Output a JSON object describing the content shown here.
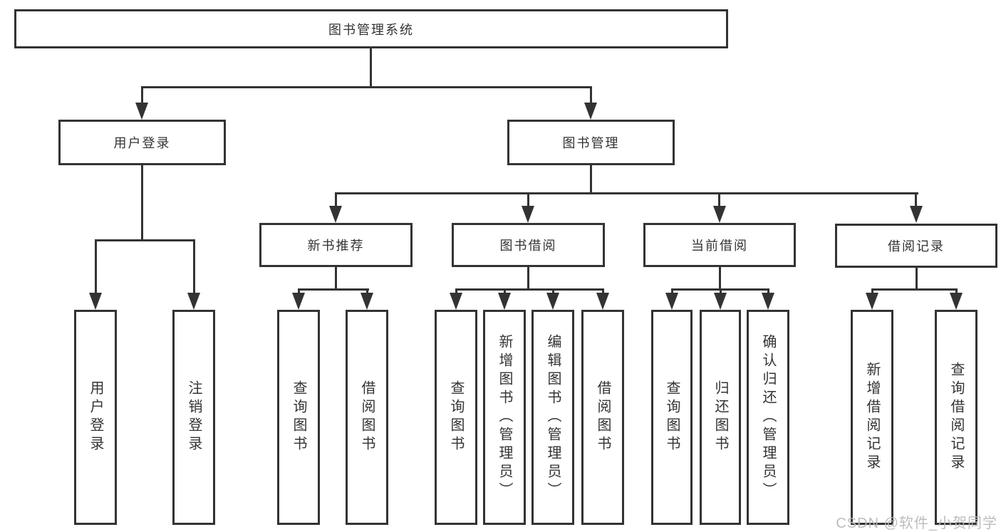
{
  "diagram": {
    "type": "tree",
    "root": {
      "label": "图书管理系统",
      "children": [
        {
          "label": "用户登录",
          "children": [
            {
              "label": "用户登录"
            },
            {
              "label": "注销登录"
            }
          ]
        },
        {
          "label": "图书管理",
          "children": [
            {
              "label": "新书推荐",
              "children": [
                {
                  "label": "查询图书"
                },
                {
                  "label": "借阅图书"
                }
              ]
            },
            {
              "label": "图书借阅",
              "children": [
                {
                  "label": "查询图书"
                },
                {
                  "label": "新增图书（管理员）"
                },
                {
                  "label": "编辑图书（管理员）"
                },
                {
                  "label": "借阅图书"
                }
              ]
            },
            {
              "label": "当前借阅",
              "children": [
                {
                  "label": "查询图书"
                },
                {
                  "label": "归还图书"
                },
                {
                  "label": "确认归还（管理员）"
                }
              ]
            },
            {
              "label": "借阅记录",
              "children": [
                {
                  "label": "新增借阅记录"
                },
                {
                  "label": "查询借阅记录"
                }
              ]
            }
          ]
        }
      ]
    }
  },
  "watermark": {
    "text": "CSDN @软件_小贺同学"
  },
  "colors": {
    "line": "#333333",
    "box_fill": "#ffffff",
    "watermark": "#b9b9b9"
  }
}
